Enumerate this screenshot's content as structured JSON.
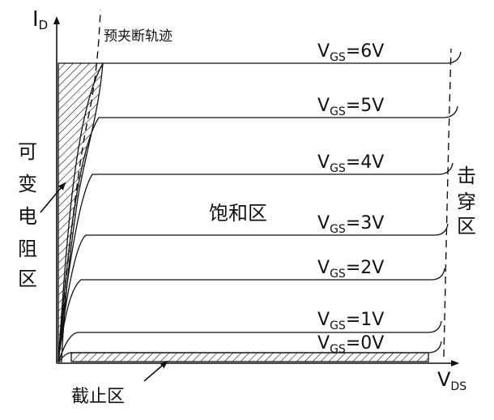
{
  "axes": {
    "y_main": "I",
    "y_sub": "D",
    "x_main": "V",
    "x_sub": "DS"
  },
  "region_labels": {
    "pinch_off_locus": "预夹断轨迹",
    "variable_resistance": [
      "可",
      "变",
      "电",
      "阻",
      "区"
    ],
    "saturation": "饱和区",
    "breakdown": [
      "击",
      "穿",
      "区"
    ],
    "cutoff": "截止区"
  },
  "curves": [
    {
      "prefix": "V",
      "sub": "GS",
      "value": "=6V"
    },
    {
      "prefix": "V",
      "sub": "GS",
      "value": "=5V"
    },
    {
      "prefix": "V",
      "sub": "GS",
      "value": "=4V"
    },
    {
      "prefix": "V",
      "sub": "GS",
      "value": "=3V"
    },
    {
      "prefix": "V",
      "sub": "GS",
      "value": "=2V"
    },
    {
      "prefix": "V",
      "sub": "GS",
      "value": "=1V"
    },
    {
      "prefix": "V",
      "sub": "GS",
      "value": "=0V"
    }
  ]
}
